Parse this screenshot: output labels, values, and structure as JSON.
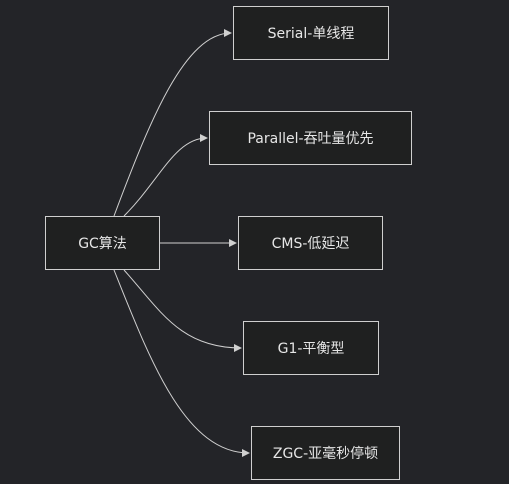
{
  "diagram": {
    "root": {
      "label": "GC算法"
    },
    "children": [
      {
        "label": "Serial-单线程"
      },
      {
        "label": "Parallel-吞吐量优先"
      },
      {
        "label": "CMS-低延迟"
      },
      {
        "label": "G1-平衡型"
      },
      {
        "label": "ZGC-亚毫秒停顿"
      }
    ]
  },
  "colors": {
    "background": "#232428",
    "node_fill": "#1f2020",
    "node_border": "#cfcfcf",
    "edge": "#d0d0d0",
    "text": "#e6e6e6"
  }
}
